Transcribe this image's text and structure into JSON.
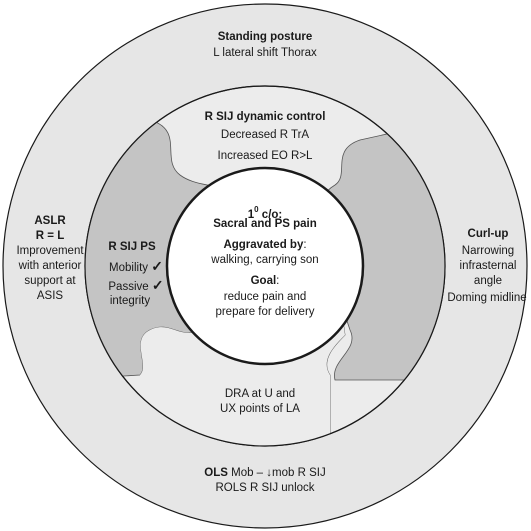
{
  "center": {
    "complaint_prefix": "1",
    "complaint_sup": "0",
    "complaint_suffix": " c/o:",
    "complaint_detail": "Sacral and PS pain",
    "aggravated_label": "Aggravated by",
    "aggravated_colon": ":",
    "aggravated_detail": "walking, carrying son",
    "goal_label": "Goal",
    "goal_colon": ":",
    "goal_line1": "reduce pain and",
    "goal_line2": "prepare for delivery"
  },
  "inner_ring": {
    "top_title": "R SIJ dynamic control",
    "top_line1": "Decreased R TrA",
    "top_line2": "Increased EO R>L",
    "left_title": "R SIJ PS",
    "left_line1": "Mobility",
    "left_line2": "Passive",
    "left_line3": "integrity",
    "check_mark": "✓",
    "bottom_line1": "DRA at U and",
    "bottom_line2": "UX points of LA"
  },
  "outer_ring": {
    "top_title": "Standing posture",
    "top_line1": "L lateral shift Thorax",
    "left_title1": "ASLR",
    "left_title2": "R = L",
    "left_line1": "Improvement",
    "left_line2": "with anterior",
    "left_line3": "support at",
    "left_line4": "ASIS",
    "right_title": "Curl-up",
    "right_line1": "Narrowing",
    "right_line2": "infrasternal",
    "right_line3": "angle",
    "right_line4": "Doming midline",
    "bottom_title": "OLS",
    "bottom_line1_pre": " Mob – ",
    "bottom_arrow": "↓",
    "bottom_line1_post": "mob R SIJ",
    "bottom_line2": "ROLS R SIJ unlock"
  },
  "colors": {
    "outer_ring": "#e6e6e6",
    "inner_ring_light": "#ececec",
    "inner_ring_dark": "#c4c4c4",
    "center": "#ffffff",
    "stroke": "#1a1a1a"
  }
}
